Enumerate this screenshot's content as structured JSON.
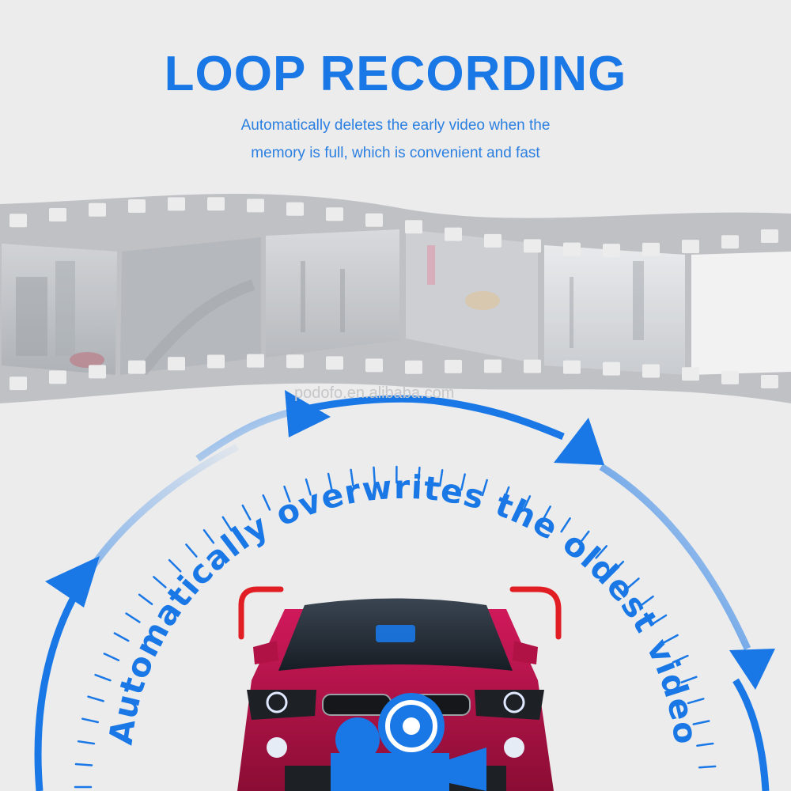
{
  "header": {
    "title": "LOOP RECORDING",
    "subtitle_line1": "Automatically deletes the early video when the",
    "subtitle_line2": "memory is full, which is convenient and fast"
  },
  "watermark": "podofo.en.alibaba.com",
  "dial": {
    "caption": "Automatically overwrites the oldest video"
  },
  "film_strip": {
    "frames": [
      "street-scene",
      "winding-road",
      "snowy-square",
      "dog-walkers",
      "snowy-avenue",
      "blank-frame"
    ]
  },
  "colors": {
    "accent_blue": "#1a78e6",
    "film_gray": "#b4b6b9",
    "bracket_red": "#e01e24",
    "car_body": "#b01245"
  },
  "icons": [
    "video-camera-icon",
    "arrow-icon"
  ]
}
